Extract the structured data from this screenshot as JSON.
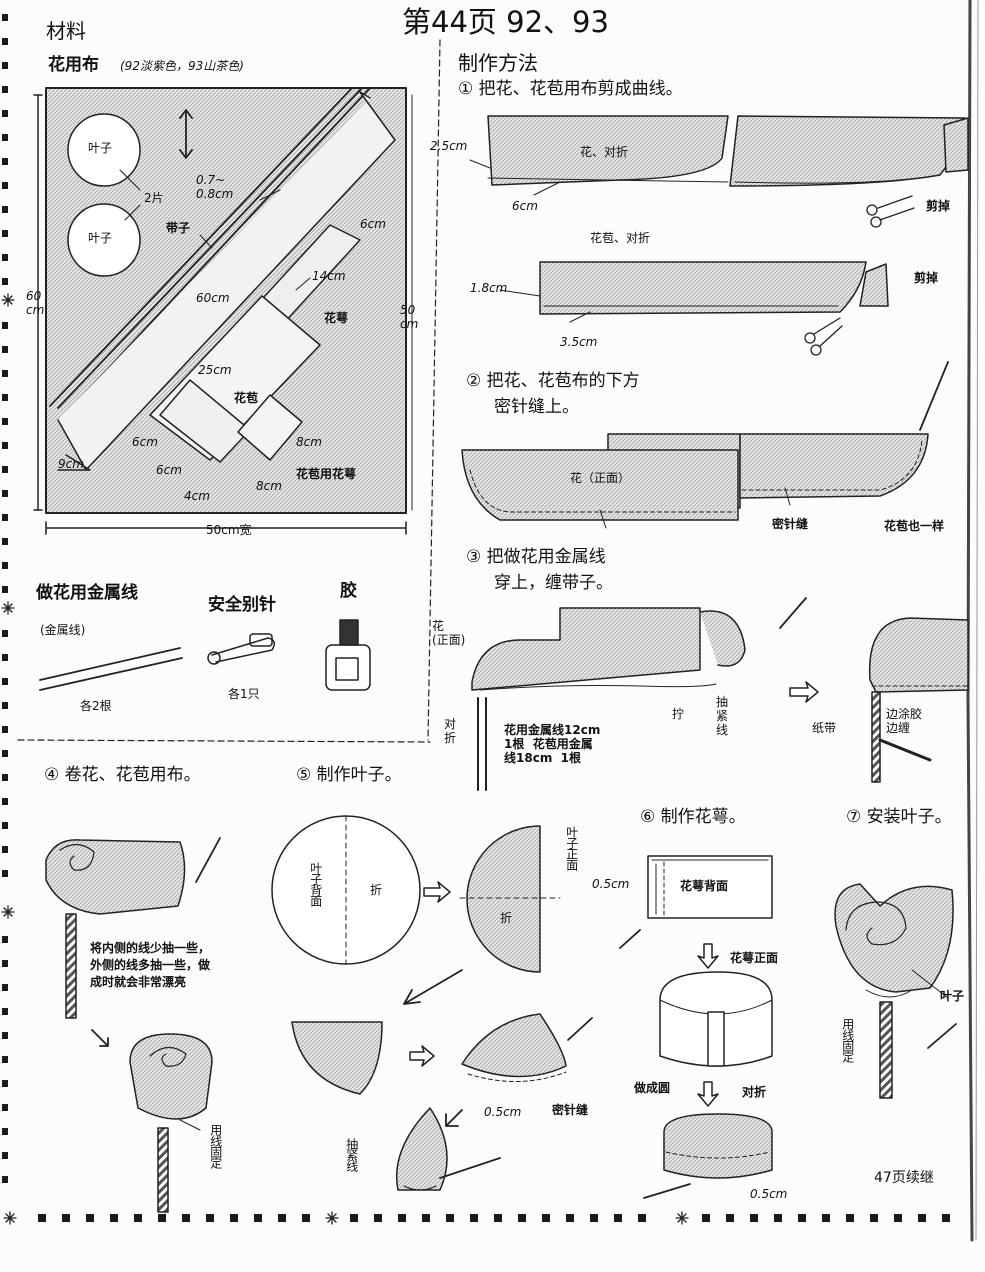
{
  "header": {
    "materials": "材料",
    "page_title": "第44页 92、93"
  },
  "fabric": {
    "title": "花用布",
    "subtitle": "(92淡紫色，93山茶色)",
    "leaf1": "叶子",
    "leaf2": "叶子",
    "two_pcs": "2片",
    "width_range": "0.7~\n0.8cm",
    "ribbon": "带子",
    "d60": "60cm",
    "d25": "25cm",
    "d6a": "6cm",
    "d14": "14cm",
    "calyx": "花萼",
    "bract": "花苞",
    "bract_calyx": "花苞用花萼",
    "d6b": "6cm",
    "d6c": "6cm",
    "d9": "9cm",
    "d4": "4cm",
    "d8a": "8cm",
    "d8b": "8cm",
    "left_dim": "60\ncm",
    "right_dim": "50\ncm",
    "bottom_dim": "50cm宽"
  },
  "wire": {
    "title": "做花用金属线",
    "sub": "(金属线)",
    "qty": "各2根"
  },
  "pin": {
    "title": "安全别针",
    "qty": "各1只"
  },
  "glue": {
    "title": "胶"
  },
  "method": {
    "title": "制作方法",
    "step1": "① 把花、花苞用布剪成曲线。",
    "s1_d25": "2.5cm",
    "s1_flower": "花、对折",
    "s1_d6": "6cm",
    "s1_cut1": "剪掉",
    "s1_bract": "花苞、对折",
    "s1_d18": "1.8cm",
    "s1_d35": "3.5cm",
    "s1_cut2": "剪掉",
    "step2a": "② 把花、花苞布的下方",
    "step2b": "密针缝上。",
    "s2_flower": "花（正面）",
    "s2_stitch": "密针缝",
    "s2_same": "花苞也一样",
    "step3a": "③ 把做花用金属线",
    "step3b": "穿上，缠带子。",
    "s3_flower": "花\n(正面)",
    "s3_fold": "对\n折",
    "s3_wire": "花用金属线12cm\n1根  花苞用金属\n线18cm  1根",
    "s3_twist": "拧",
    "s3_pull": "抽\n紧\n线",
    "s3_paper": "纸带",
    "s3_glue": "边涂胶\n边缠"
  },
  "step4": {
    "title": "④ 卷花、花苞用布。",
    "note": "将内侧的线少抽一些，\n外侧的线多抽一些，做\n成时就会非常漂亮",
    "fix": "用线固定"
  },
  "step5": {
    "title": "⑤ 制作叶子。",
    "back": "叶子背面",
    "fold1": "折",
    "front": "叶子正面",
    "fold2": "折",
    "d05": "0.5cm",
    "stitch": "密针缝",
    "pull": "抽紧线"
  },
  "step6": {
    "title": "⑥ 制作花萼。",
    "d05a": "0.5cm",
    "back": "花萼背面",
    "front": "花萼正面",
    "ring": "做成圆",
    "fold": "对折",
    "d05b": "0.5cm"
  },
  "step7": {
    "title": "⑦ 安装叶子。",
    "fix": "用线固定",
    "leaf": "叶子"
  },
  "footer": {
    "continued": "47页续继"
  }
}
